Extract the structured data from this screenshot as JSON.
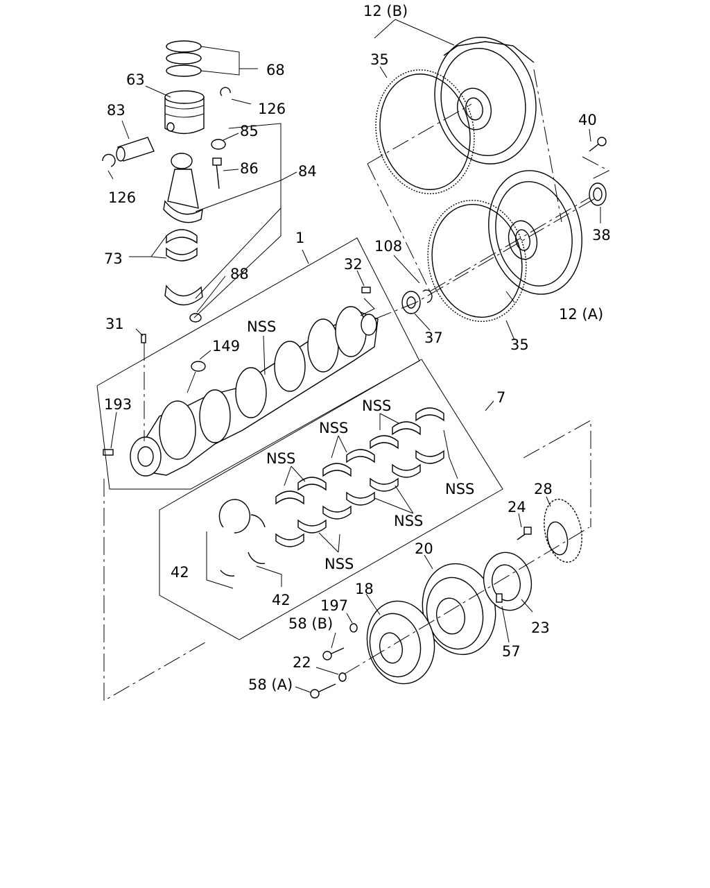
{
  "labels": {
    "p12b": "12 (B)",
    "p12a": "12 (A)",
    "p35_top": "35",
    "p35_bottom": "35",
    "p40": "40",
    "p38": "38",
    "p68": "68",
    "p63": "63",
    "p126_top": "126",
    "p126_left": "126",
    "p83": "83",
    "p85": "85",
    "p86": "86",
    "p84": "84",
    "p73": "73",
    "p88": "88",
    "p1": "1",
    "p32": "32",
    "p108": "108",
    "p37": "37",
    "p31": "31",
    "p149": "149",
    "nss_crank": "NSS",
    "p193": "193",
    "p7": "7",
    "nss_b1": "NSS",
    "nss_b2": "NSS",
    "nss_b3": "NSS",
    "nss_b4": "NSS",
    "nss_b5": "NSS",
    "nss_b6": "NSS",
    "p42_left": "42",
    "p42_right": "42",
    "p24": "24",
    "p28": "28",
    "p20": "20",
    "p23": "23",
    "p57": "57",
    "p18": "18",
    "p197": "197",
    "p58b": "58 (B)",
    "p22": "22",
    "p58a": "58 (A)"
  }
}
